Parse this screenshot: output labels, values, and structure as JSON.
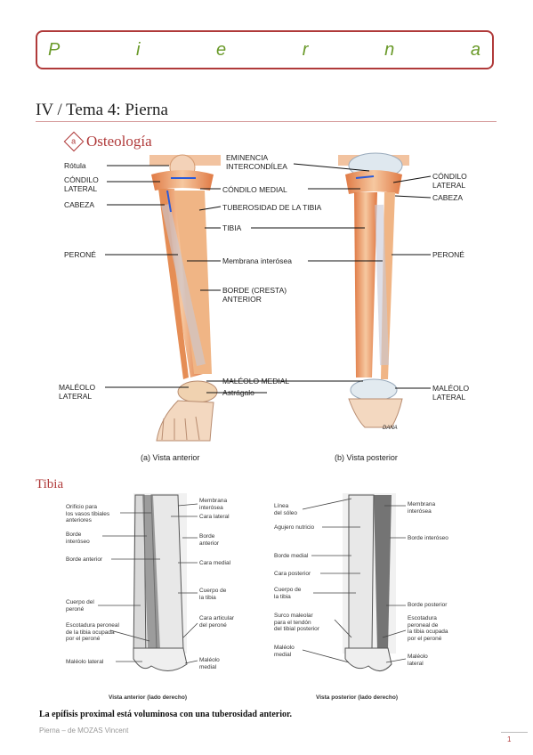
{
  "banner": {
    "letters": [
      "P",
      "i",
      "e",
      "r",
      "n",
      "a"
    ]
  },
  "heading": {
    "title": "IV / Tema 4: Pierna"
  },
  "section": {
    "marker": "a",
    "title": "Osteología"
  },
  "fig1": {
    "labels_left": [
      "Rótula",
      "CÓNDILO\nLATERAL",
      "CABEZA",
      "PERONÉ",
      "MALÉOLO\nLATERAL"
    ],
    "labels_mid": [
      "EMINENCIA\nINTERCONDÍLEA",
      "CÓNDILO MEDIAL",
      "TUBEROSIDAD DE LA TIBIA",
      "TIBIA",
      "Membrana interósea",
      "BORDE (CRESTA)\nANTERIOR",
      "MALÉOLO MEDIAL",
      "Astrágalo"
    ],
    "labels_right": [
      "CÓNDILO\nLATERAL",
      "CABEZA",
      "PERONÉ",
      "MALÉOLO\nLATERAL"
    ],
    "caption_a": "(a) Vista anterior",
    "caption_b": "(b) Vista posterior",
    "signature": "DANA"
  },
  "subsection": {
    "title": "Tibia"
  },
  "fig2": {
    "left_labels": [
      "Orificio para\nlos vasos tibiales\nanteriores",
      "Borde\ninteróseo",
      "Borde anterior",
      "Cuerpo del\nperoné",
      "Escotadura peroneal\nde la tibia ocupada\npor el peroné",
      "Maléolo lateral"
    ],
    "mid1_labels": [
      "Membrana\ninterósea",
      "Cara lateral",
      "Borde\nanterior",
      "Cara medial",
      "Cuerpo de\nla tibia",
      "Cara articular\ndel peroné",
      "Maléolo\nmedial"
    ],
    "mid2_labels": [
      "Línea\ndel sóleo",
      "Agujero nutricio",
      "Borde medial",
      "Cara posterior",
      "Cuerpo de\nla tibia",
      "Surco maleolar\npara el tendón\ndel tibial posterior",
      "Maléolo\nmedial"
    ],
    "right_labels": [
      "Membrana\ninterósea",
      "Borde interóseo",
      "Borde posterior",
      "Escotadura\nperoneal de\nla tibia ocupada\npor el peroné",
      "Maléolo\nlateral"
    ],
    "caption_a": "Vista anterior (lado derecho)",
    "caption_b": "Vista posterior (lado derecho)"
  },
  "body": {
    "text": "La epífisis proximal está voluminosa con una tuberosidad anterior."
  },
  "footer": {
    "text": "Pierna – de MOZAS Vincent",
    "page": "1"
  },
  "colors": {
    "accent": "#b03a3a",
    "green": "#6a9a2a",
    "bone": "#e8a070",
    "bone_light": "#f4c89a"
  }
}
